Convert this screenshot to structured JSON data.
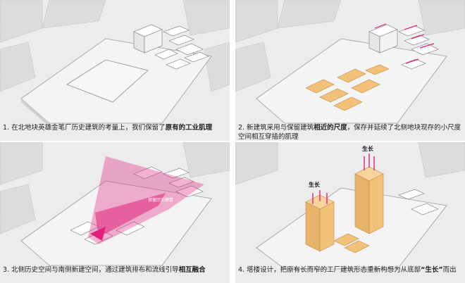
{
  "panels": [
    {
      "id": 1,
      "caption_pre": "1. 在北地块英雄金笔厂历史建筑的考量上，我们保留了",
      "caption_em": "原有的工业肌理",
      "caption_post": ""
    },
    {
      "id": 2,
      "caption_pre": "2. 新建筑采用与保留建筑",
      "caption_em": "相近的尺度",
      "caption_post": "，保存并延续了北侧地块现存的小尺度空间相互穿插的肌理"
    },
    {
      "id": 3,
      "caption_pre": "3. 北侧历史空间与南侧新建空间，通过建筑排布和流线引导",
      "caption_em": "相互融合",
      "caption_post": ""
    },
    {
      "id": 4,
      "caption_pre": "4. 塔楼设计，把原有长而窄的工厂建筑形态重新构想为从底部",
      "caption_em": "“生长”",
      "caption_post": "而出"
    }
  ],
  "labels": {
    "growth_left": "生长",
    "growth_top": "生长",
    "arrow_text": "保留历史建筑"
  },
  "colors": {
    "accent_pink": "#e0207c",
    "block_orange": "#f2c27a",
    "caption_text": "#222222",
    "context_gray": "#d9d9d9"
  }
}
